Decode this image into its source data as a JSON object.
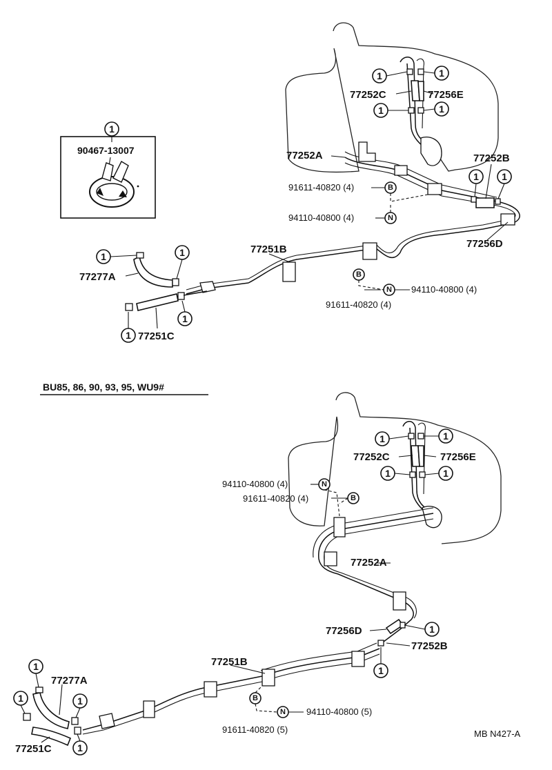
{
  "inset": {
    "marker": "1",
    "part": "90467-13007"
  },
  "upper": {
    "labels": {
      "p77252C": "77252C",
      "p77256E": "77256E",
      "p77252A": "77252A",
      "p77252B": "77252B",
      "p77256D": "77256D",
      "p77251B": "77251B",
      "p77277A": "77277A",
      "p77251C": "77251C",
      "bolt1": "91611-40820 (4)",
      "nut1": "94110-40800 (4)",
      "nut2": "94110-40800 (4)",
      "bolt2": "91611-40820 (4)"
    }
  },
  "section_title": "BU85, 86, 90, 93, 95, WU9#",
  "lower": {
    "labels": {
      "p77252C": "77252C",
      "p77256E": "77256E",
      "nut1": "94110-40800 (4)",
      "bolt1": "91611-40820 (4)",
      "p77252A": "77252A",
      "p77256D": "77256D",
      "p77252B": "77252B",
      "p77251B": "77251B",
      "p77277A": "77277A",
      "p77251C": "77251C",
      "nut2": "94110-40800 (5)",
      "bolt2": "91611-40820 (5)"
    }
  },
  "markers": {
    "one": "1",
    "bolt": "B",
    "nut": "N"
  },
  "ref_code": "MB N427-A"
}
